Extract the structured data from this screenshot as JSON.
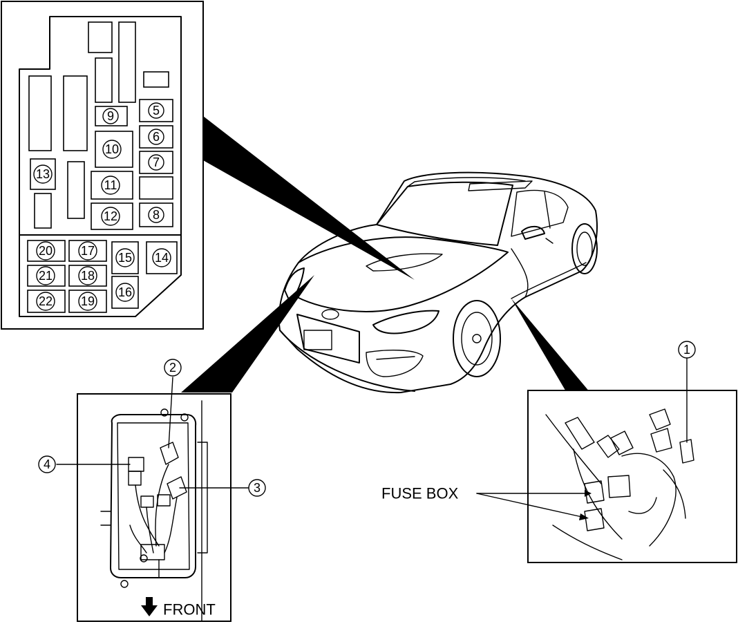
{
  "fuse_panel": {
    "labels": {
      "f5": "5",
      "f6": "6",
      "f7": "7",
      "f8": "8",
      "f9": "9",
      "f10": "10",
      "f11": "11",
      "f12": "12",
      "f13": "13",
      "f14": "14",
      "f15": "15",
      "f16": "16",
      "f17": "17",
      "f18": "18",
      "f19": "19",
      "f20": "20",
      "f21": "21",
      "f22": "22"
    }
  },
  "engine_detail": {
    "callouts": {
      "c2": "2",
      "c3": "3",
      "c4": "4"
    },
    "front_label": "FRONT"
  },
  "side_detail": {
    "callouts": {
      "c1": "1"
    },
    "fuse_box_label": "FUSE BOX"
  }
}
